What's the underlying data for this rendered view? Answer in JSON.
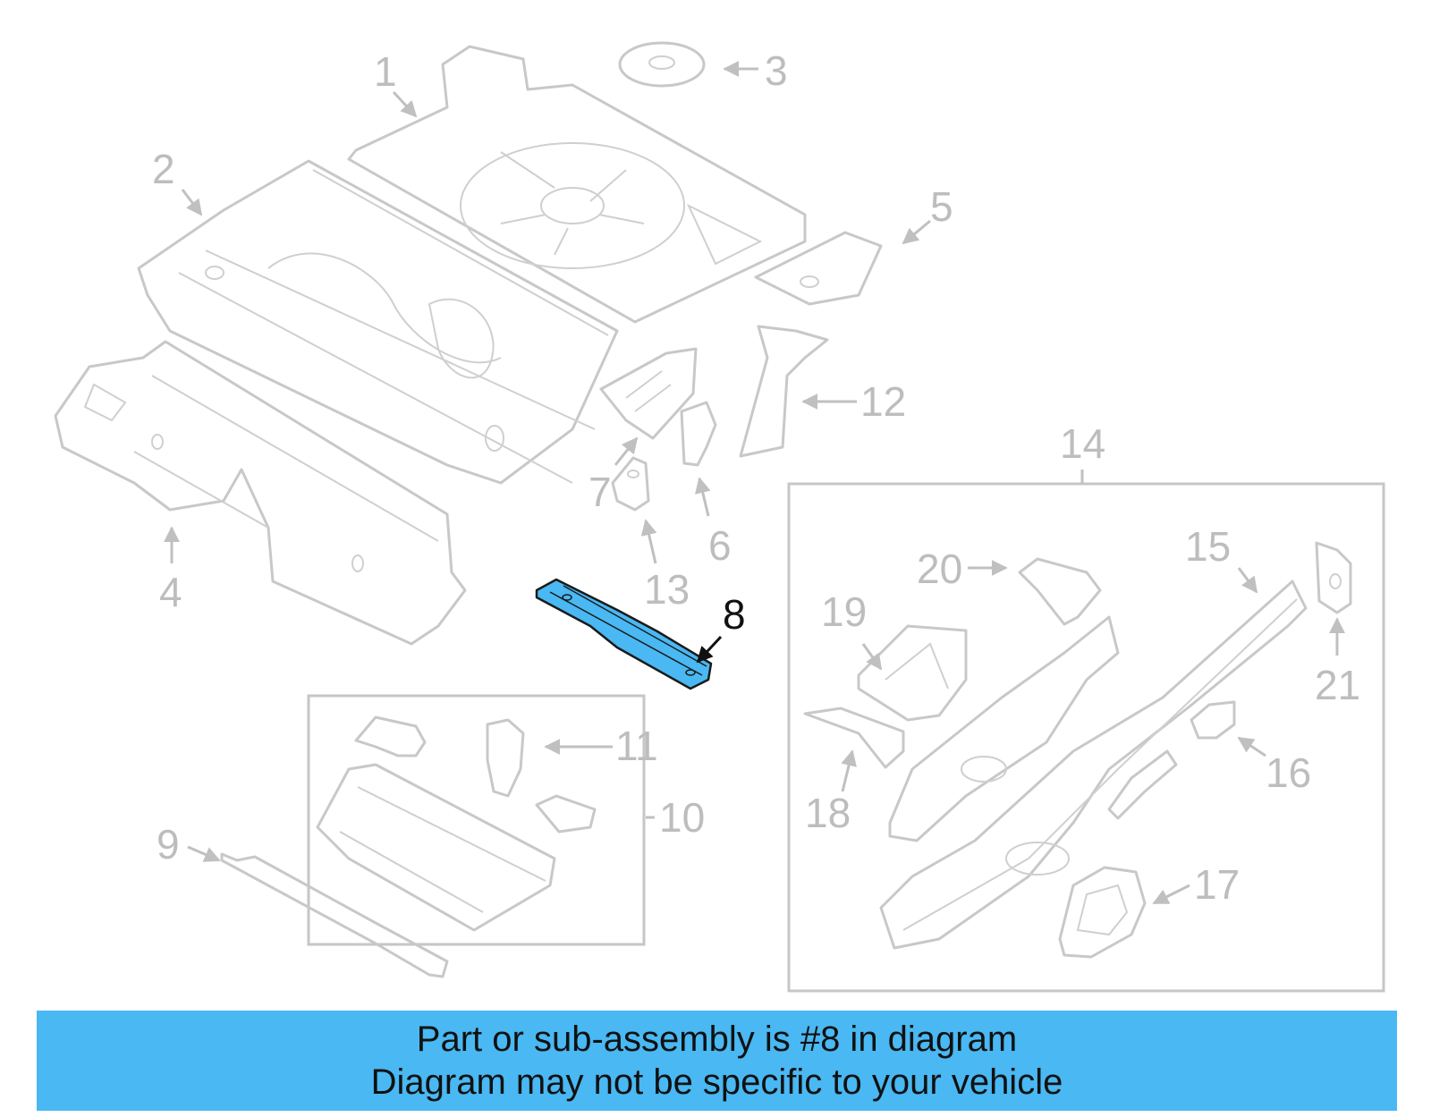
{
  "banner": {
    "line1": "Part or sub-assembly is #8 in diagram",
    "line2": "Diagram may not be specific to your vehicle",
    "color": "#49b8f3"
  },
  "highlight": {
    "part": "8",
    "color": "#49b8f3"
  },
  "callouts": {
    "c1": "1",
    "c2": "2",
    "c3": "3",
    "c4": "4",
    "c5": "5",
    "c6": "6",
    "c7": "7",
    "c8": "8",
    "c9": "9",
    "c10": "10",
    "c11": "11",
    "c12": "12",
    "c13": "13",
    "c14": "14",
    "c15": "15",
    "c16": "16",
    "c17": "17",
    "c18": "18",
    "c19": "19",
    "c20": "20",
    "c21": "21"
  }
}
